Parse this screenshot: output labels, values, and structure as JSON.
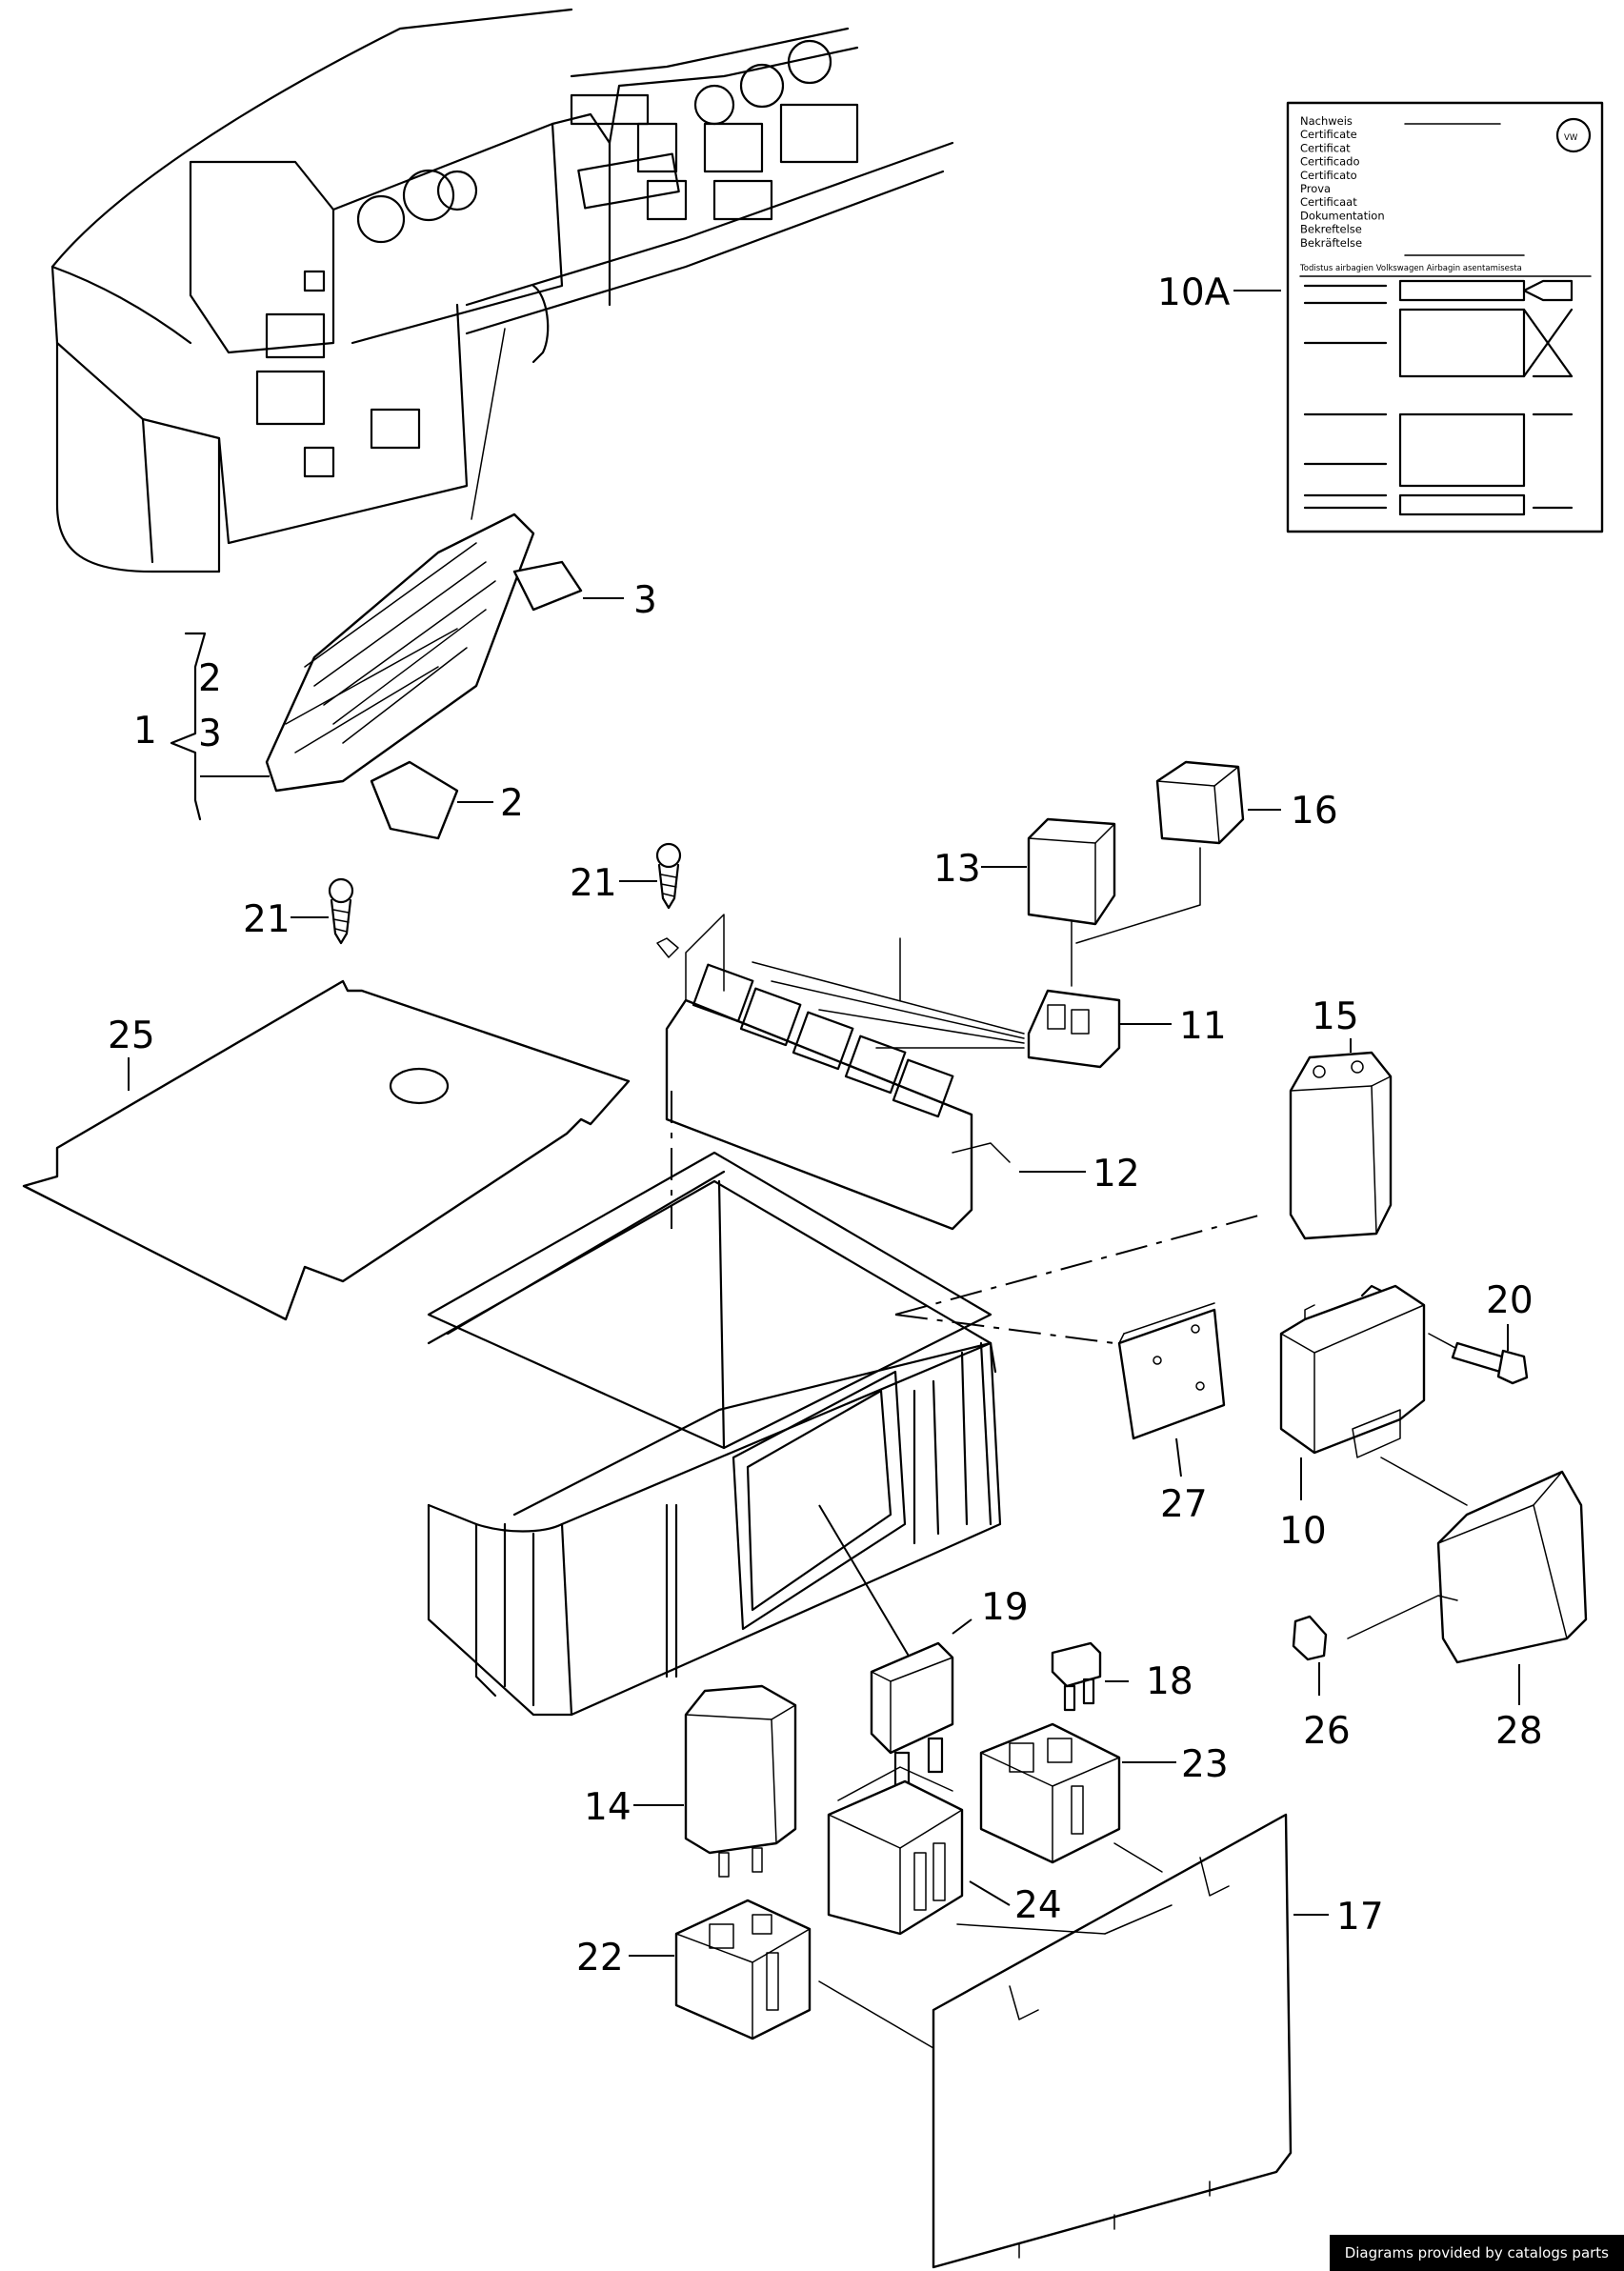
{
  "callouts": [
    {
      "id": "p1",
      "label": "1"
    },
    {
      "id": "p2a",
      "label": "2"
    },
    {
      "id": "p3a",
      "label": "3"
    },
    {
      "id": "p3b",
      "label": "3"
    },
    {
      "id": "p2b",
      "label": "2"
    },
    {
      "id": "p10a",
      "label": "10A"
    },
    {
      "id": "p10",
      "label": "10"
    },
    {
      "id": "p11",
      "label": "11"
    },
    {
      "id": "p12",
      "label": "12"
    },
    {
      "id": "p13",
      "label": "13"
    },
    {
      "id": "p14",
      "label": "14"
    },
    {
      "id": "p15",
      "label": "15"
    },
    {
      "id": "p16",
      "label": "16"
    },
    {
      "id": "p17",
      "label": "17"
    },
    {
      "id": "p18",
      "label": "18"
    },
    {
      "id": "p19",
      "label": "19"
    },
    {
      "id": "p20",
      "label": "20"
    },
    {
      "id": "p21a",
      "label": "21"
    },
    {
      "id": "p21b",
      "label": "21"
    },
    {
      "id": "p22",
      "label": "22"
    },
    {
      "id": "p23",
      "label": "23"
    },
    {
      "id": "p24",
      "label": "24"
    },
    {
      "id": "p25",
      "label": "25"
    },
    {
      "id": "p26",
      "label": "26"
    },
    {
      "id": "p27",
      "label": "27"
    },
    {
      "id": "p28",
      "label": "28"
    }
  ],
  "certificate": {
    "lines": [
      "Nachweis",
      "Certificate",
      "Certificat",
      "Certificado",
      "Certificato",
      "Prova",
      "Certificaat",
      "Dokumentation",
      "Bekreftelse",
      "Bekräftelse"
    ],
    "footer": "Todistus airbagien Volkswagen Airbagin asentamisesta"
  },
  "credit": "Diagrams provided by catalogs parts"
}
